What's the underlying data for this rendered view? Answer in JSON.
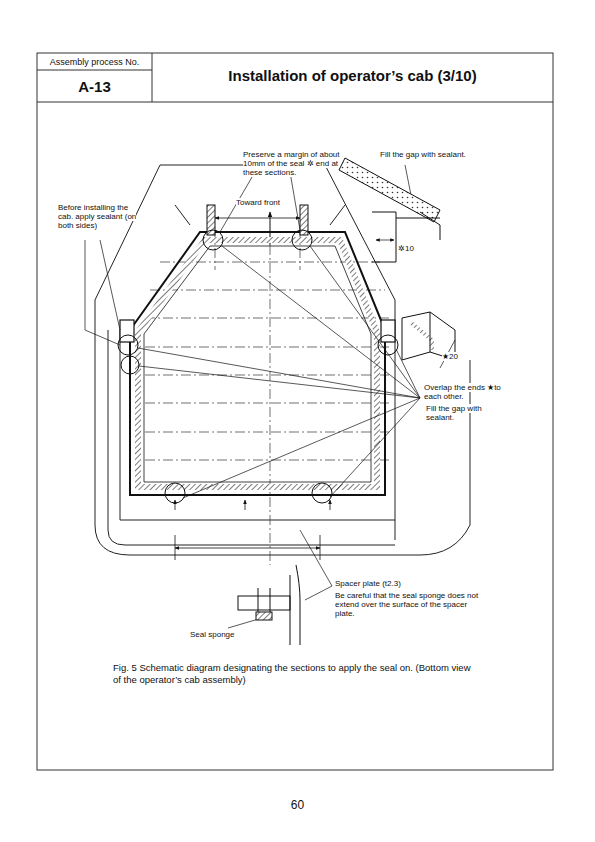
{
  "diagram": {
    "title": "Installation of operator’s cab (3/10)",
    "caption": "Fig. 5 Schematic diagram designating the sections to apply the seal on. (Bottom view of the operator’s cab assembly)",
    "nodes": [
      {
        "text": [
          "Assembly process No."
        ]
      },
      {
        "text": [
          "A-13"
        ]
      }
    ],
    "labels": [
      "Preserve a margin of about 10mm of the seal ✲ end at these sections.",
      "Fill the gap with sealant.",
      "Before installing the cab. apply sealant (on both sides)",
      "Toward front",
      "✲10",
      "★20",
      "Overlap the ends ★to each other.",
      "Fill the gap with sealant.",
      "Spacer plate (t2.3)",
      "Be careful that the seal sponge does not extend over the surface of the spacer plate.",
      "Seal sponge",
      "60"
    ]
  }
}
